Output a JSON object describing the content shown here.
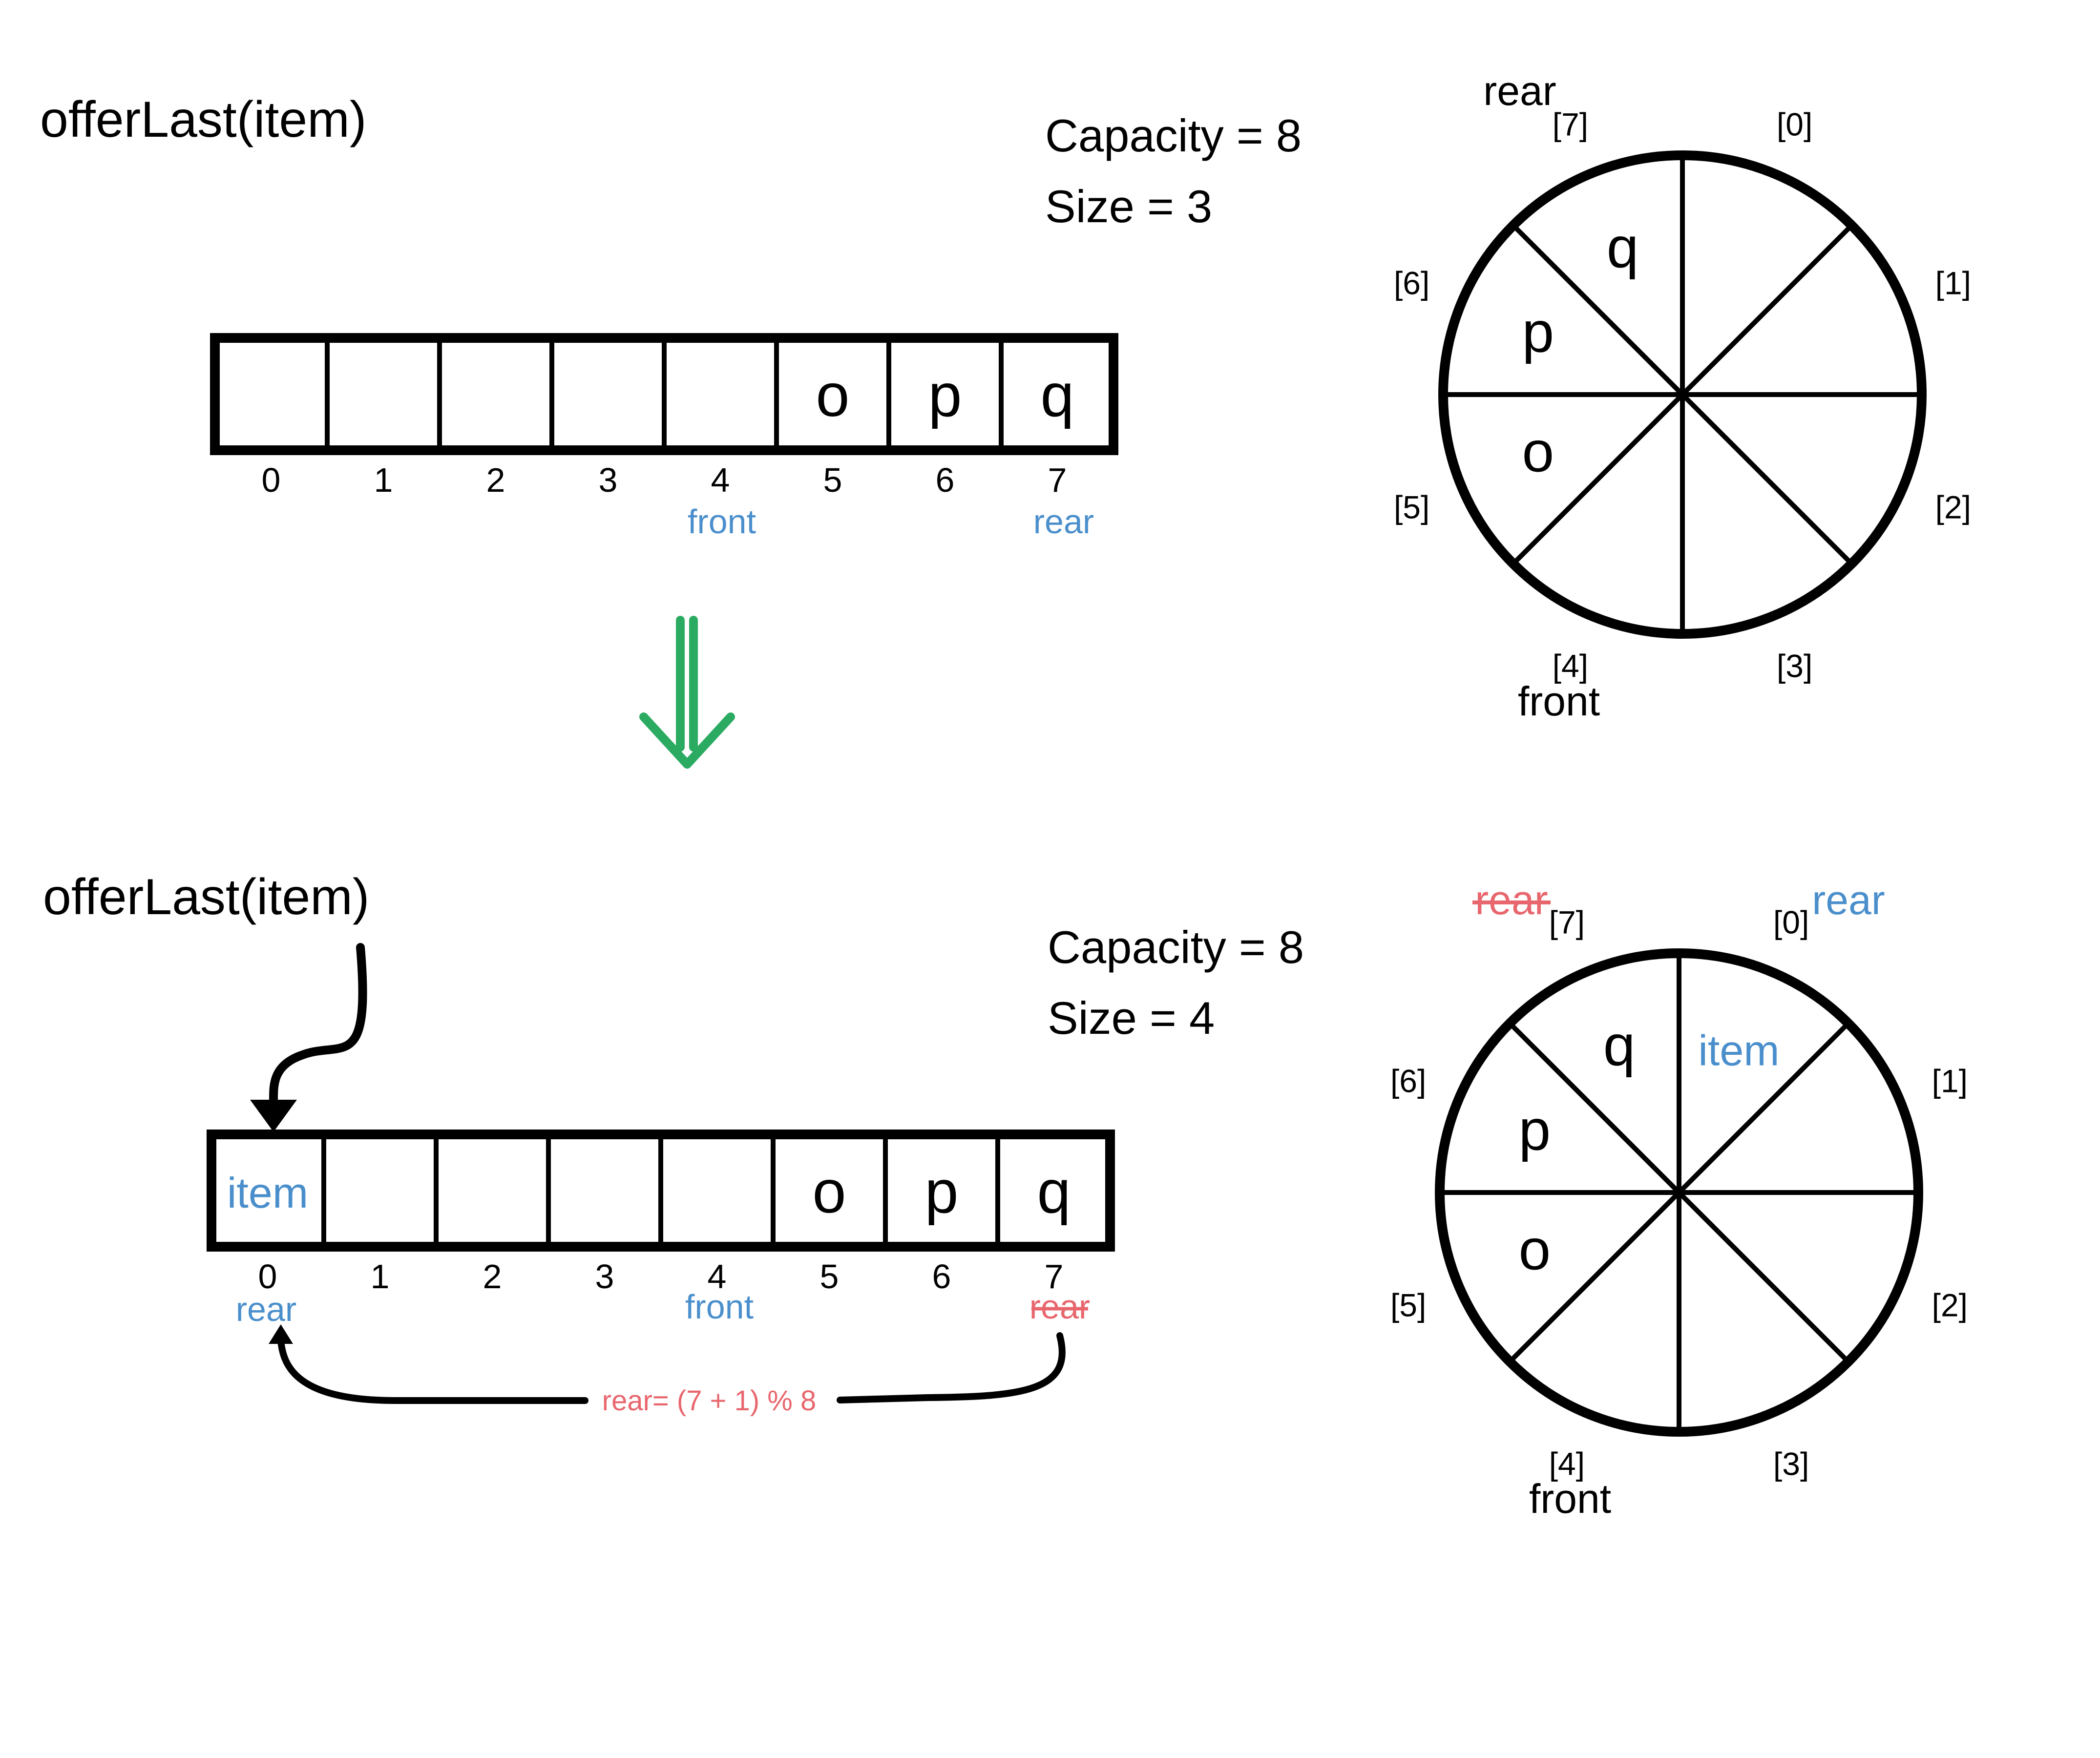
{
  "colors": {
    "ink": "#000000",
    "accent_blue": "#4a8fcc",
    "accent_red": "#e8666d",
    "arrow_green": "#2bab62"
  },
  "top": {
    "title": "offerLast(item)",
    "capacity_text": "Capacity = 8",
    "size_text": "Size = 3",
    "array": {
      "cells": [
        "",
        "",
        "",
        "",
        "",
        "o",
        "p",
        "q"
      ],
      "indices": [
        "0",
        "1",
        "2",
        "3",
        "4",
        "5",
        "6",
        "7"
      ],
      "front_label": "front",
      "rear_label": "rear"
    },
    "circle": {
      "slot_labels": [
        "[0]",
        "[1]",
        "[2]",
        "[3]",
        "[4]",
        "[5]",
        "[6]",
        "[7]"
      ],
      "contents": [
        "",
        "",
        "",
        "",
        "",
        "o",
        "p",
        "q"
      ],
      "rear_label": "rear",
      "front_label": "front"
    }
  },
  "transition": {
    "arrow_icon": "double-down-arrow-icon"
  },
  "bottom": {
    "title": "offerLast(item)",
    "capacity_text": "Capacity = 8",
    "size_text": "Size = 4",
    "array": {
      "cells": [
        "item",
        "",
        "",
        "",
        "",
        "o",
        "p",
        "q"
      ],
      "indices": [
        "0",
        "1",
        "2",
        "3",
        "4",
        "5",
        "6",
        "7"
      ],
      "rear_label": "rear",
      "front_label": "front",
      "old_rear_label": "rear",
      "formula": "rear= (7 + 1) % 8"
    },
    "circle": {
      "slot_labels": [
        "[0]",
        "[1]",
        "[2]",
        "[3]",
        "[4]",
        "[5]",
        "[6]",
        "[7]"
      ],
      "contents": [
        "item",
        "",
        "",
        "",
        "",
        "o",
        "p",
        "q"
      ],
      "old_rear_label": "rear",
      "new_rear_label": "rear",
      "front_label": "front"
    }
  }
}
